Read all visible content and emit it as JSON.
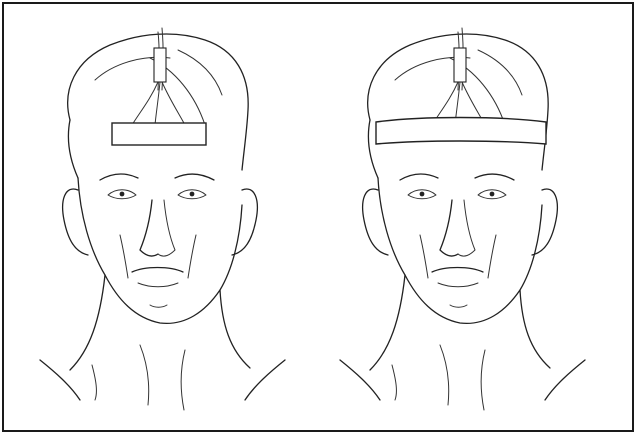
{
  "figure": {
    "panels": [
      {
        "id": "left",
        "device": "forehead-sensor-strip"
      },
      {
        "id": "right",
        "device": "head-band-sensor"
      }
    ],
    "line_color": "#222222",
    "background": "#ffffff"
  }
}
